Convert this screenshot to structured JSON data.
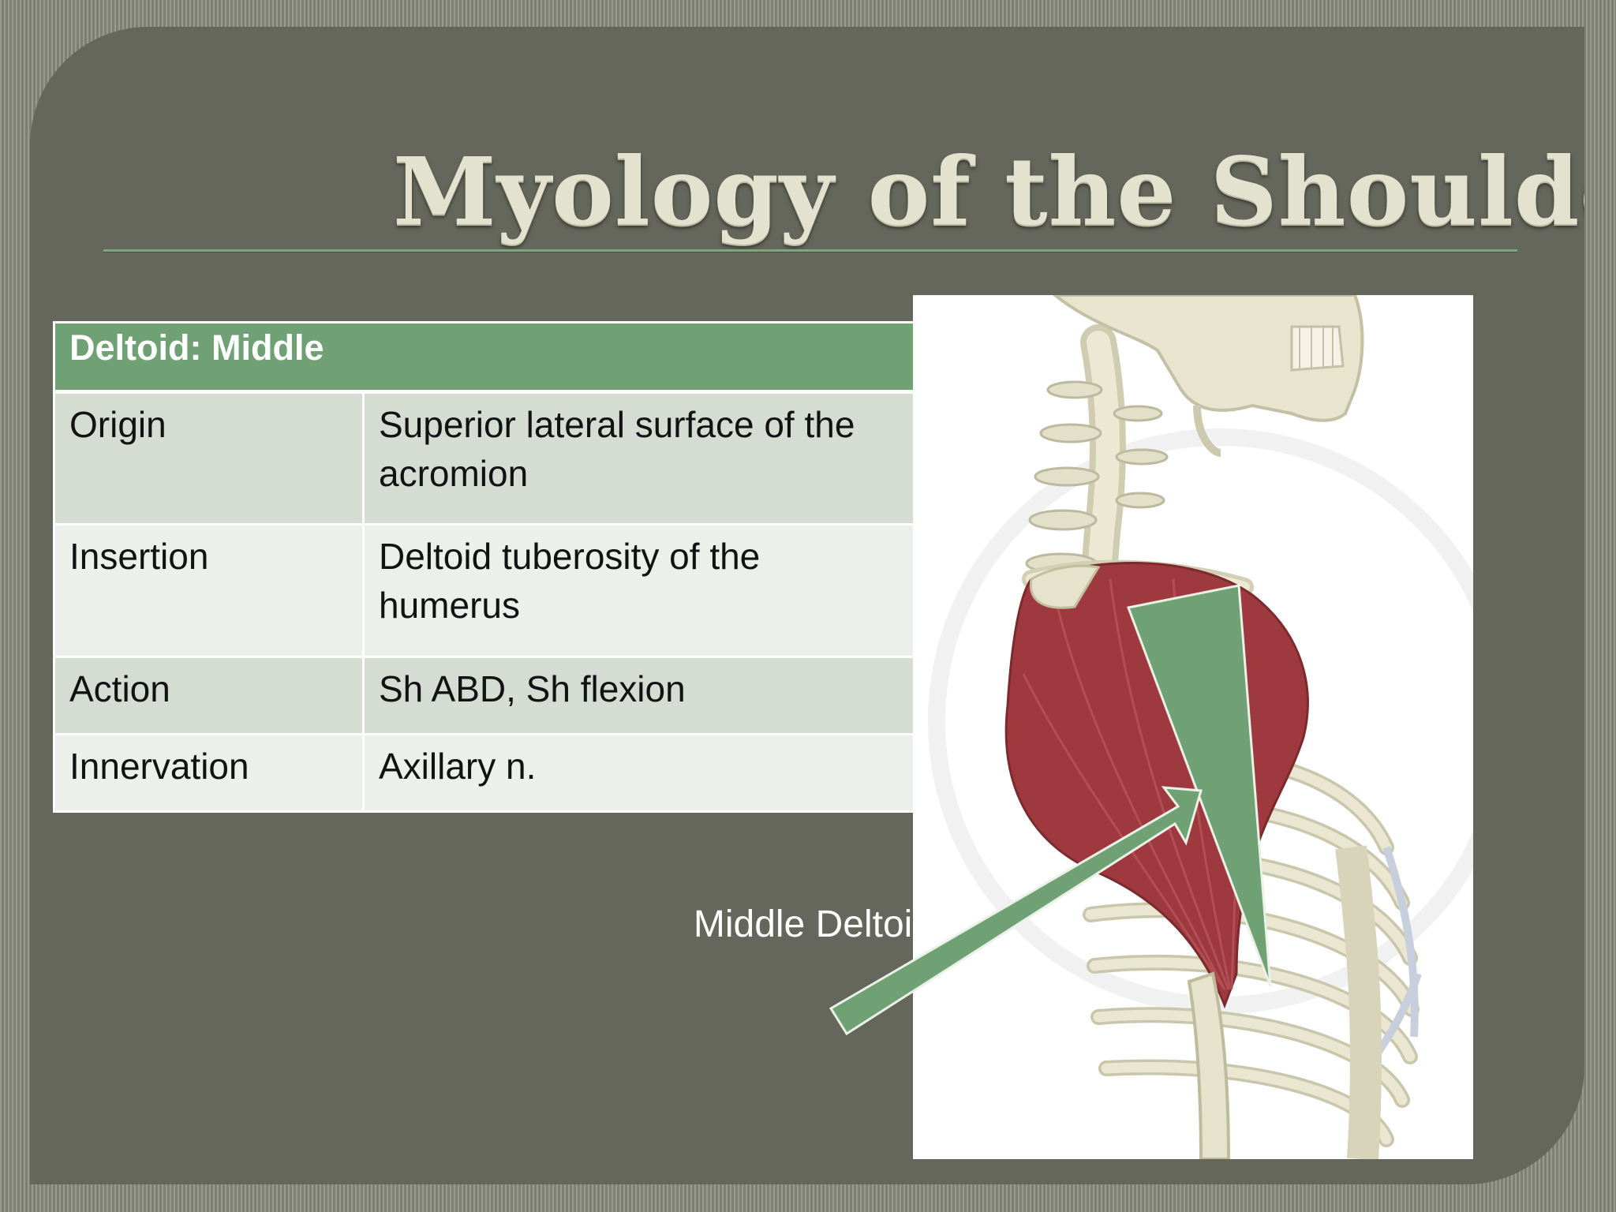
{
  "slide": {
    "title": "Myology of the Shoulder"
  },
  "table": {
    "header": "Deltoid: Middle",
    "rows": [
      {
        "label": "Origin",
        "value": "Superior lateral surface of the acromion"
      },
      {
        "label": "Insertion",
        "value": "Deltoid tuberosity of the humerus"
      },
      {
        "label": "Action",
        "value": "Sh ABD, Sh flexion"
      },
      {
        "label": "Innervation",
        "value": "Axillary n."
      }
    ]
  },
  "illustration": {
    "caption": "Middle Deltoid"
  },
  "colors": {
    "panel": "#65675c",
    "accent_green": "#70a175",
    "title_text": "#e3e2cf",
    "muscle_red": "#9e3a3f",
    "bone": "#e7e4cf"
  }
}
